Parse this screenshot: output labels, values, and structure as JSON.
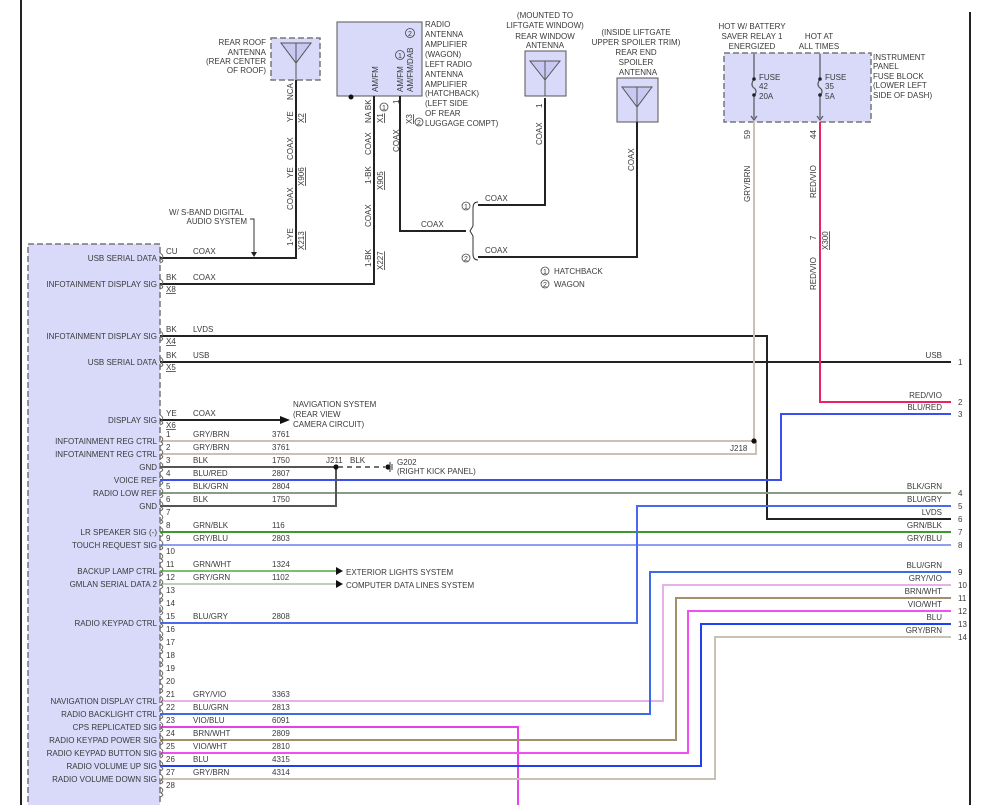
{
  "wire_colors": {
    "GRY/BRN": "#c9c2b4",
    "BLK": "#555555",
    "BLU/RED": "#3b4ef0",
    "BLK/GRN": "#8a9a86",
    "GRN/BLK": "#3c9a2c",
    "GRY/BLU": "#8f9ff0",
    "GRN/WHT": "#7cc06c",
    "GRY/GRN": "#bcd2bc",
    "BLU/GRY": "#4a68f0",
    "GRY/VIO": "#e8b0e8",
    "BLU/GRN": "#3d6ae8",
    "VIO/BLU": "#e640e6",
    "BRN/WHT": "#a38f6a",
    "VIO/WHT": "#f050f0",
    "BLU": "#2040f0",
    "RED/VIO": "#ee2060",
    "LVDS": "#111111",
    "USB": "#111111"
  },
  "box_fill": "#d9d9fa",
  "top": {
    "rear_roof_antenna": [
      "REAR ROOF",
      "ANTENNA",
      "(REAR CENTER",
      "OF ROOF)"
    ],
    "roof_wire": {
      "nca": "NCA",
      "ye1": "YE",
      "x2": "X2",
      "coax1": "COAX",
      "ye2": "YE",
      "x906": "X906",
      "coax2": "COAX",
      "ye3": "1-YE",
      "x213": "X213"
    },
    "sband": [
      "W/ S-BAND DIGITAL",
      "AUDIO SYSTEM"
    ],
    "amplifier": [
      "RADIO",
      "ANTENNA",
      "AMPLIFIER",
      "(WAGON)",
      "LEFT RADIO",
      "ANTENNA",
      "AMPLIFIER",
      "(HATCHBACK)",
      "(LEFT SIDE",
      "OF REAR",
      "LUGGAGE COMPT)"
    ],
    "amp_pins": {
      "p1": "AM/FM",
      "p2": "AM/FM",
      "p3": "AM/FM/DAB",
      "c1": "1",
      "c2": "2"
    },
    "amp_wire1": {
      "na_bk": "NA BK",
      "x1": "X1",
      "coax1": "COAX",
      "bk1": "1-BK",
      "x905": "X905",
      "coax2": "COAX",
      "bk2": "1-BK",
      "x227": "X227"
    },
    "amp_wire2": {
      "pin": "1",
      "x3": "X3",
      "coax": "COAX",
      "coax_h": "COAX"
    },
    "rear_window_antenna": [
      "(MOUNTED TO",
      "LIFTGATE WINDOW)",
      "REAR WINDOW",
      "ANTENNA"
    ],
    "rear_window_wire": {
      "pin": "1",
      "coax": "COAX",
      "coax_h": "COAX"
    },
    "spoiler_antenna": [
      "(INSIDE LIFTGATE",
      "UPPER SPOILER TRIM)",
      "REAR END",
      "SPOILER",
      "ANTENNA"
    ],
    "spoiler_wire": {
      "coax": "COAX",
      "coax_h": "COAX"
    },
    "legend": {
      "c1": "1",
      "hatchback": "HATCHBACK",
      "c2": "2",
      "wagon": "WAGON"
    },
    "fuse_block": {
      "feed1": [
        "HOT W/ BATTERY",
        "SAVER RELAY 1",
        "ENERGIZED"
      ],
      "feed2": [
        "HOT AT",
        "ALL TIMES"
      ],
      "name": [
        "INSTRUMENT",
        "PANEL",
        "FUSE BLOCK",
        "(LOWER LEFT",
        "SIDE OF DASH)"
      ],
      "fuse1": [
        "FUSE",
        "42",
        "20A"
      ],
      "fuse2": [
        "FUSE",
        "35",
        "5A"
      ],
      "wire1": {
        "pin": "59",
        "color": "GRY/BRN"
      },
      "wire2": {
        "pin": "44",
        "color": "RED/VIO",
        "conn_pin": "7",
        "conn": "X300",
        "color2": "RED/VIO"
      }
    }
  },
  "radio_connectors": [
    {
      "label": "USB SERIAL DATA",
      "color": "CU",
      "type": "COAX",
      "conn": ""
    },
    {
      "label": "INFOTAINMENT DISPLAY SIG",
      "color": "BK",
      "type": "COAX",
      "conn": "X8"
    },
    {
      "label": "INFOTAINMENT DISPLAY SIG",
      "color": "BK",
      "type": "LVDS",
      "conn": "X4"
    },
    {
      "label": "USB SERIAL DATA",
      "color": "BK",
      "type": "USB",
      "conn": "X5"
    },
    {
      "label": "DISPLAY SIG",
      "color": "YE",
      "type": "COAX",
      "conn": "X6"
    }
  ],
  "navigation": [
    "NAVIGATION SYSTEM",
    "(REAR VIEW",
    "CAMERA CIRCUIT)"
  ],
  "pins": [
    {
      "pin": "1",
      "label": "INFOTAINMENT REG CTRL",
      "color": "GRY/BRN",
      "circuit": "3761"
    },
    {
      "pin": "2",
      "label": "INFOTAINMENT REG CTRL",
      "color": "GRY/BRN",
      "circuit": "3761"
    },
    {
      "pin": "3",
      "label": "GND",
      "color": "BLK",
      "circuit": "1750"
    },
    {
      "pin": "4",
      "label": "VOICE REF",
      "color": "BLU/RED",
      "circuit": "2807"
    },
    {
      "pin": "5",
      "label": "RADIO LOW REF",
      "color": "BLK/GRN",
      "circuit": "2804"
    },
    {
      "pin": "6",
      "label": "GND",
      "color": "BLK",
      "circuit": "1750"
    },
    {
      "pin": "7",
      "label": "",
      "color": "",
      "circuit": ""
    },
    {
      "pin": "8",
      "label": "LR SPEAKER SIG (-)",
      "color": "GRN/BLK",
      "circuit": "116"
    },
    {
      "pin": "9",
      "label": "TOUCH REQUEST SIG",
      "color": "GRY/BLU",
      "circuit": "2803"
    },
    {
      "pin": "10",
      "label": "",
      "color": "",
      "circuit": ""
    },
    {
      "pin": "11",
      "label": "BACKUP LAMP CTRL",
      "color": "GRN/WHT",
      "circuit": "1324"
    },
    {
      "pin": "12",
      "label": "GMLAN SERIAL DATA 2",
      "color": "GRY/GRN",
      "circuit": "1102"
    },
    {
      "pin": "13",
      "label": "",
      "color": "",
      "circuit": ""
    },
    {
      "pin": "14",
      "label": "",
      "color": "",
      "circuit": ""
    },
    {
      "pin": "15",
      "label": "RADIO KEYPAD CTRL",
      "color": "BLU/GRY",
      "circuit": "2808"
    },
    {
      "pin": "16",
      "label": "",
      "color": "",
      "circuit": ""
    },
    {
      "pin": "17",
      "label": "",
      "color": "",
      "circuit": ""
    },
    {
      "pin": "18",
      "label": "",
      "color": "",
      "circuit": ""
    },
    {
      "pin": "19",
      "label": "",
      "color": "",
      "circuit": ""
    },
    {
      "pin": "20",
      "label": "",
      "color": "",
      "circuit": ""
    },
    {
      "pin": "21",
      "label": "NAVIGATION DISPLAY CTRL",
      "color": "GRY/VIO",
      "circuit": "3363"
    },
    {
      "pin": "22",
      "label": "RADIO BACKLIGHT CTRL",
      "color": "BLU/GRN",
      "circuit": "2813"
    },
    {
      "pin": "23",
      "label": "CPS REPLICATED SIG",
      "color": "VIO/BLU",
      "circuit": "6091"
    },
    {
      "pin": "24",
      "label": "RADIO KEYPAD POWER SIG",
      "color": "BRN/WHT",
      "circuit": "2809"
    },
    {
      "pin": "25",
      "label": "RADIO KEYPAD BUTTON SIG",
      "color": "VIO/WHT",
      "circuit": "2810"
    },
    {
      "pin": "26",
      "label": "RADIO VOLUME UP SIG",
      "color": "BLU",
      "circuit": "4315"
    },
    {
      "pin": "27",
      "label": "RADIO VOLUME DOWN SIG",
      "color": "GRY/BRN",
      "circuit": "4314"
    },
    {
      "pin": "28",
      "label": "",
      "color": "",
      "circuit": ""
    }
  ],
  "splices": {
    "j218": "J218",
    "j211": "J211",
    "ground_wire": "BLK",
    "ground": "G202",
    "ground_loc": "(RIGHT KICK PANEL)"
  },
  "destinations": {
    "exterior_lights": "EXTERIOR LIGHTS SYSTEM",
    "computer_data": "COMPUTER DATA LINES SYSTEM"
  },
  "right_pins": [
    {
      "pin": "1",
      "label": "USB"
    },
    {
      "pin": "2",
      "label": "RED/VIO"
    },
    {
      "pin": "3",
      "label": "BLU/RED"
    },
    {
      "pin": "4",
      "label": "BLK/GRN"
    },
    {
      "pin": "5",
      "label": "BLU/GRY"
    },
    {
      "pin": "6",
      "label": "LVDS"
    },
    {
      "pin": "7",
      "label": "GRN/BLK"
    },
    {
      "pin": "8",
      "label": "GRY/BLU"
    },
    {
      "pin": "9",
      "label": "BLU/GRN"
    },
    {
      "pin": "10",
      "label": "GRY/VIO"
    },
    {
      "pin": "11",
      "label": "BRN/WHT"
    },
    {
      "pin": "12",
      "label": "VIO/WHT"
    },
    {
      "pin": "13",
      "label": "BLU"
    },
    {
      "pin": "14",
      "label": "GRY/BRN"
    }
  ]
}
